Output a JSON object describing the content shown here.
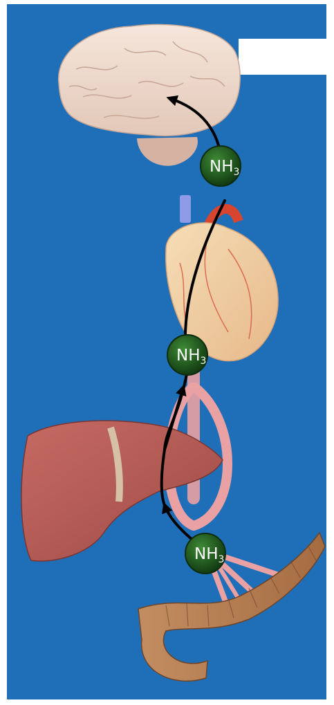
{
  "colors": {
    "background": "#1f6fb8",
    "badge_fill": "#1e5a1e",
    "vessel": "#e9a1a3",
    "arrow": "#000000"
  },
  "badges": [
    {
      "id": "brain",
      "main": "NH",
      "sub": "3"
    },
    {
      "id": "heart",
      "main": "NH",
      "sub": "3"
    },
    {
      "id": "gut",
      "main": "NH",
      "sub": "3"
    }
  ],
  "organs": [
    "brain",
    "heart",
    "liver",
    "intestine"
  ],
  "icons": [
    "arrow-up-icon"
  ]
}
